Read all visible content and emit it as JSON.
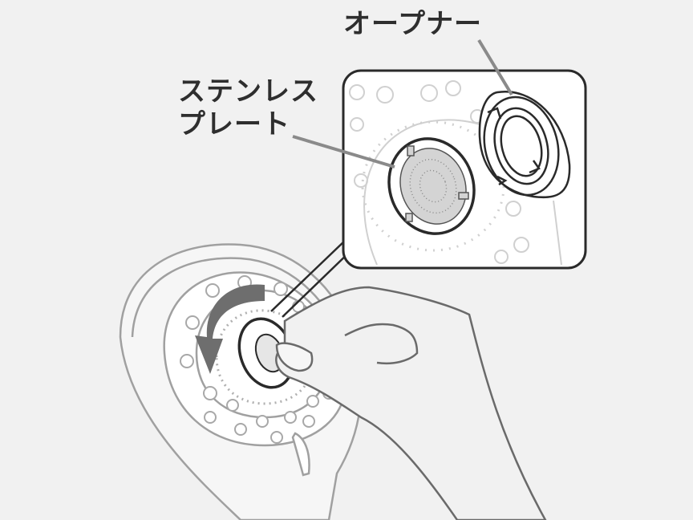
{
  "labels": {
    "opener": "オープナー",
    "stainless_plate_line1": "ステンレス",
    "stainless_plate_line2": "プレート"
  },
  "colors": {
    "background": "#f1f1f1",
    "text": "#2e2e2e",
    "leader_line": "#8a8a8a",
    "arrow": "#6e6e6e",
    "outline_dark": "#2a2a2a",
    "outline_light": "#9a9a9a",
    "inset_bg": "#ffffff",
    "plate_fill": "#d4d4d4"
  }
}
